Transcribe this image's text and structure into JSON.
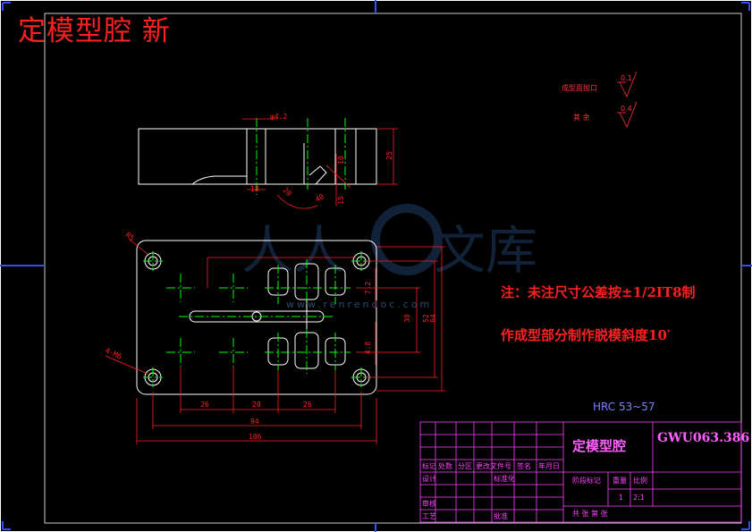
{
  "title": "定模型腔 新",
  "notes": {
    "line1": "注：未注尺寸公差按±1/2IT8制",
    "line2": "作成型部分制作脱模斜度10′"
  },
  "roughness": {
    "label1": "成型面抛口",
    "value1": "0.1",
    "label2": "其 余",
    "value2": "0.4"
  },
  "hardness": "HRC 53~57",
  "watermark": "www.renrendoc.com",
  "dimensions": {
    "d_phi42": "φ4.2",
    "d_25": "25",
    "d_10": "10",
    "d_18": "18",
    "d_20a": "20",
    "d_40": "40",
    "d_15": "15",
    "d_R5": "R5",
    "d_4M6": "4-M6",
    "d_26a": "26",
    "d_20b": "20",
    "d_26b": "26",
    "d_94": "94",
    "d_106": "106",
    "d_30": "30",
    "d_52": "52",
    "d_64": "64",
    "d_72": "7.2",
    "d_48": "4.8"
  },
  "title_block": {
    "part_name": "定模型腔",
    "drawing_no": "GWU063.386",
    "rev_headers": [
      "标记",
      "处数",
      "分区",
      "更改文件号",
      "签名",
      "年月日"
    ],
    "row_design": "设计",
    "row_std": "标准化",
    "row_check": "审核",
    "row_process": "工艺",
    "row_approve": "批准",
    "stage_label": "阶段标记",
    "weight_label": "重量",
    "scale_label": "比例",
    "qty": "1",
    "scale": "2:1",
    "sheets": "共  张 第  张"
  },
  "colors": {
    "border": "#ffffff",
    "outline": "#ffffff",
    "centerline": "#00ff00",
    "dimension": "#ff2020",
    "title_block": "#ff40ff"
  }
}
